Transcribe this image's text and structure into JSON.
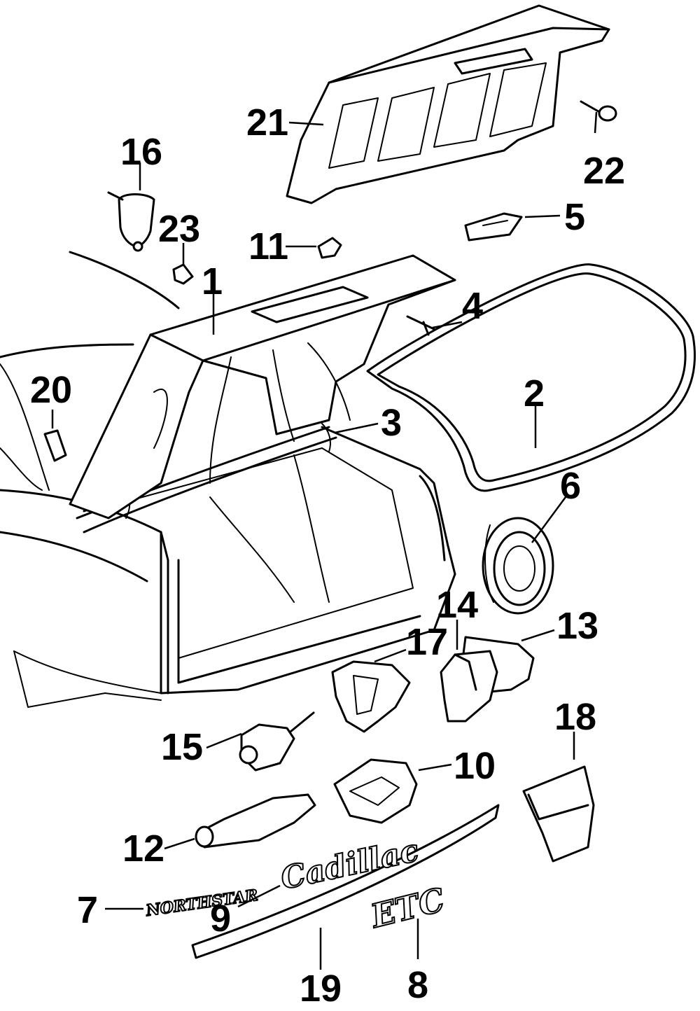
{
  "diagram": {
    "callouts": [
      {
        "id": "1",
        "label": "1"
      },
      {
        "id": "2",
        "label": "2"
      },
      {
        "id": "3",
        "label": "3"
      },
      {
        "id": "4",
        "label": "4"
      },
      {
        "id": "5",
        "label": "5"
      },
      {
        "id": "6",
        "label": "6"
      },
      {
        "id": "7",
        "label": "7"
      },
      {
        "id": "8",
        "label": "8"
      },
      {
        "id": "9",
        "label": "9"
      },
      {
        "id": "10",
        "label": "10"
      },
      {
        "id": "11",
        "label": "11"
      },
      {
        "id": "12",
        "label": "12"
      },
      {
        "id": "13",
        "label": "13"
      },
      {
        "id": "14",
        "label": "14"
      },
      {
        "id": "15",
        "label": "15"
      },
      {
        "id": "16",
        "label": "16"
      },
      {
        "id": "17",
        "label": "17"
      },
      {
        "id": "18",
        "label": "18"
      },
      {
        "id": "19",
        "label": "19"
      },
      {
        "id": "20",
        "label": "20"
      },
      {
        "id": "21",
        "label": "21"
      },
      {
        "id": "22",
        "label": "22"
      },
      {
        "id": "23",
        "label": "23"
      }
    ],
    "emblems": {
      "script_badge": "Cadillac",
      "model_badge": "ETC",
      "long_badge": "NORTHSTAR"
    },
    "colors": {
      "ink": "#000000",
      "paper": "#ffffff"
    }
  }
}
